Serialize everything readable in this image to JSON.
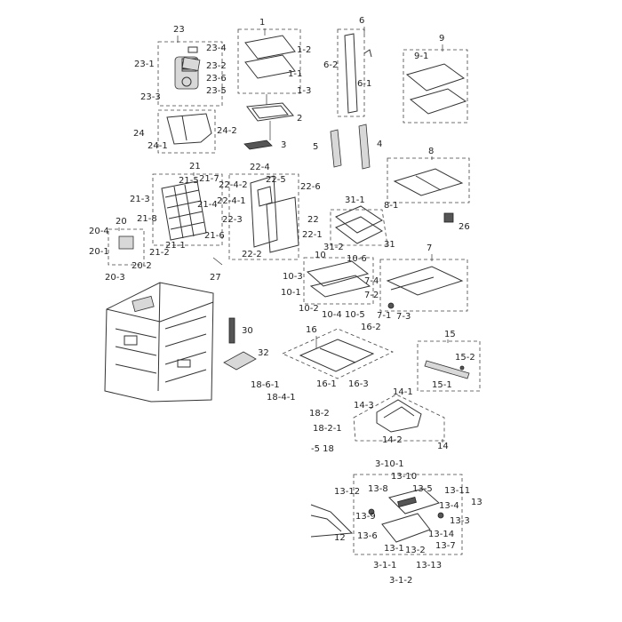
{
  "diagram": {
    "labels": {
      "p1": "1",
      "p1_1": "1-1",
      "p1_2": "1-2",
      "p1_3": "1-3",
      "p2": "2",
      "p3": "3",
      "p4": "4",
      "p5": "5",
      "p6": "6",
      "p6_1": "6-1",
      "p6_2": "6-2",
      "p7": "7",
      "p7_1": "7-1",
      "p7_2": "7-2",
      "p7_3": "7-3",
      "p7_4": "7-4",
      "p8": "8",
      "p8_1": "8-1",
      "p9": "9",
      "p9_1": "9-1",
      "p10": "10",
      "p10_1": "10-1",
      "p10_2": "10-2",
      "p10_3": "10-3",
      "p10_4": "10-4",
      "p10_5": "10-5",
      "p10_6": "10-6",
      "p12": "12",
      "p13": "13",
      "p13_1": "13-1",
      "p13_2": "13-2",
      "p13_3": "13-3",
      "p13_4": "13-4",
      "p13_5": "13-5",
      "p13_6": "13-6",
      "p13_7": "13-7",
      "p13_8": "13-8",
      "p13_9": "13-9",
      "p13_10": "13-10",
      "p13_11": "13-11",
      "p13_12": "13-12",
      "p13_13": "13-13",
      "p13_14": "13-14",
      "p3_10_1": "3-10-1",
      "p3_1_1": "3-1-1",
      "p3_1_2": "3-1-2",
      "p14": "14",
      "p14_1": "14-1",
      "p14_2": "14-2",
      "p14_3": "14-3",
      "p15": "15",
      "p15_1": "15-1",
      "p15_2": "15-2",
      "p16": "16",
      "p16_1": "16-1",
      "p16_2": "16-2",
      "p16_3": "16-3",
      "p18": "-5 18",
      "p18_2": "18-2",
      "p18_2_1": "18-2-1",
      "p18_6_1": "18-6-1",
      "p18_4": "18-4-1",
      "p20": "20",
      "p20_1": "20-1",
      "p20_2": "20-2",
      "p20_3": "20-3",
      "p20_4": "20-4",
      "p21": "21",
      "p21_1": "21-1",
      "p21_2": "21-2",
      "p21_3": "21-3",
      "p21_4": "21-4",
      "p21_5": "21-5",
      "p21_6": "21-6",
      "p21_7": "21-7",
      "p21_8": "21-8",
      "p22": "22",
      "p22_1": "22-1",
      "p22_2": "22-2",
      "p22_3": "22-3",
      "p22_4": "22-4",
      "p22_4_1": "22-4-1",
      "p22_4_2": "22-4-2",
      "p22_5": "22-5",
      "p22_6": "22-6",
      "p23": "23",
      "p23_1": "23-1",
      "p23_2": "23-2",
      "p23_3": "23-3",
      "p23_4": "23-4",
      "p23_5": "23-5",
      "p23_6": "23-6",
      "p24": "24",
      "p24_1": "24-1",
      "p24_2": "24-2",
      "p26": "26",
      "p27": "27",
      "p30": "30",
      "p31": "31",
      "p31_1": "31-1",
      "p31_2": "31-2",
      "p32": "32"
    }
  }
}
